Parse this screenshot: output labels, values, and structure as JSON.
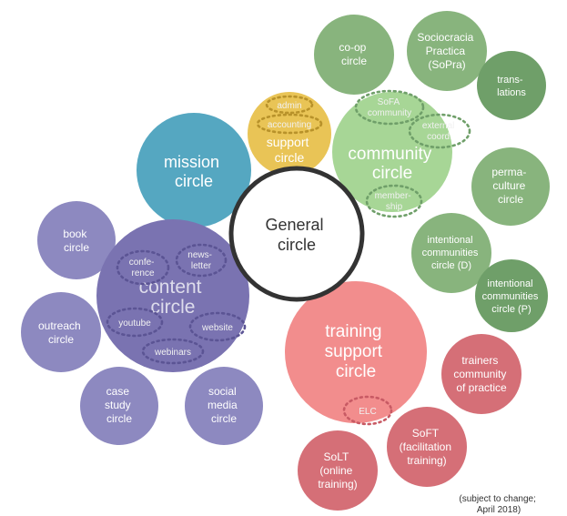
{
  "general": {
    "line1": "General",
    "line2": "circle"
  },
  "mission": {
    "line1": "mission",
    "line2": "circle",
    "color": "#55a7c1"
  },
  "support": {
    "line1": "support",
    "line2": "circle",
    "color": "#e9c456",
    "sub": [
      "admin",
      "accounting"
    ]
  },
  "community": {
    "line1": "community",
    "line2": "circle",
    "color": "#a7d696",
    "sub_sofa": [
      "SoFA",
      "community"
    ],
    "sub_external": [
      "external",
      "coord."
    ],
    "sub_membership": [
      "member-",
      "ship"
    ]
  },
  "community_children": [
    {
      "lines": [
        "co-op",
        "circle"
      ]
    },
    {
      "lines": [
        "Sociocracia",
        "Practica",
        "(SoPra)"
      ]
    },
    {
      "lines": [
        "trans-",
        "lations"
      ]
    },
    {
      "lines": [
        "perma-",
        "culture",
        "circle"
      ]
    },
    {
      "lines": [
        "intentional",
        "communities",
        "circle (D)"
      ]
    },
    {
      "lines": [
        "intentional",
        "communities",
        "circle (P)"
      ]
    }
  ],
  "content": {
    "line1": "content",
    "line2": "circle",
    "color": "#7a73b1",
    "sub_conference": [
      "confe-",
      "rence"
    ],
    "sub_newsletter": [
      "news-",
      "letter"
    ],
    "sub_youtube": "youtube",
    "sub_website": "website",
    "sub_webinars": "webinars"
  },
  "content_children": [
    {
      "lines": [
        "book",
        "circle"
      ]
    },
    {
      "lines": [
        "outreach",
        "circle"
      ]
    },
    {
      "lines": [
        "case",
        "study",
        "circle"
      ]
    },
    {
      "lines": [
        "social",
        "media",
        "circle"
      ]
    }
  ],
  "training": {
    "line1": "training",
    "line2": "support",
    "line3": "circle",
    "color": "#f28d8d",
    "sub_elc": "ELC"
  },
  "training_children": [
    {
      "lines": [
        "trainers",
        "community",
        "of practice"
      ]
    },
    {
      "lines": [
        "SoFT",
        "(facilitation",
        "training)"
      ]
    },
    {
      "lines": [
        "SoLT",
        "(online",
        "training)"
      ]
    }
  ],
  "note": {
    "line1": "(subject to change;",
    "line2": "April 2018)"
  },
  "colors": {
    "community_child": "#88b47d",
    "community_child_dark": "#6f9f69",
    "content_child": "#8d89c0",
    "training_child": "#d56f77",
    "general_stroke": "#333333"
  }
}
